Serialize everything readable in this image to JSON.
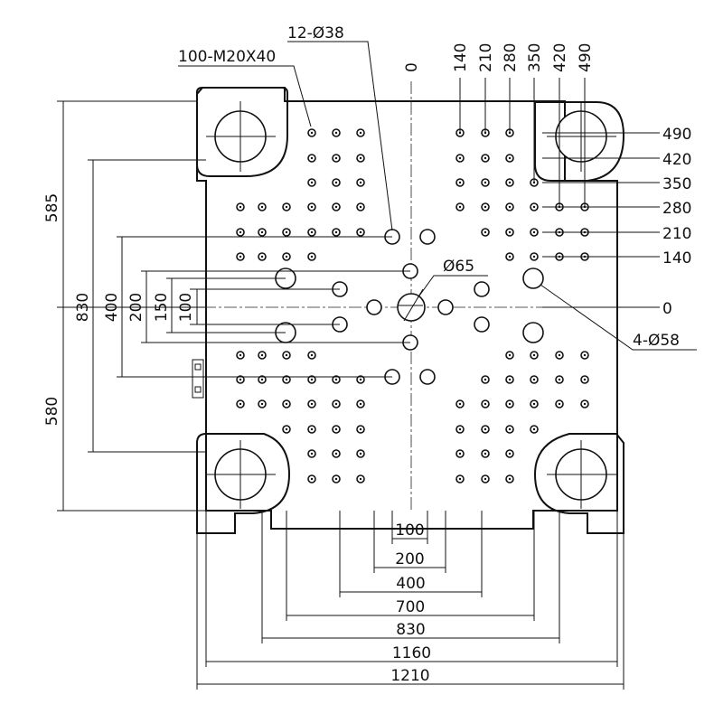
{
  "title_labels": {
    "threaded_holes": "100-M20X40",
    "large_holes": "12-Ø38",
    "center_hole": "Ø65",
    "corner_holes": "4-Ø58"
  },
  "top_labels": [
    "0",
    "140",
    "210",
    "280",
    "350",
    "420",
    "490"
  ],
  "right_labels": [
    "490",
    "420",
    "350",
    "280",
    "210",
    "140",
    "0"
  ],
  "left_dims": {
    "overall_top": "585",
    "overall_bottom": "580",
    "inner_830": "830",
    "d400": "400",
    "d200": "200",
    "d150": "150",
    "d100": "100"
  },
  "bottom_dims": [
    "100",
    "200",
    "400",
    "700",
    "830",
    "1160",
    "1210"
  ]
}
